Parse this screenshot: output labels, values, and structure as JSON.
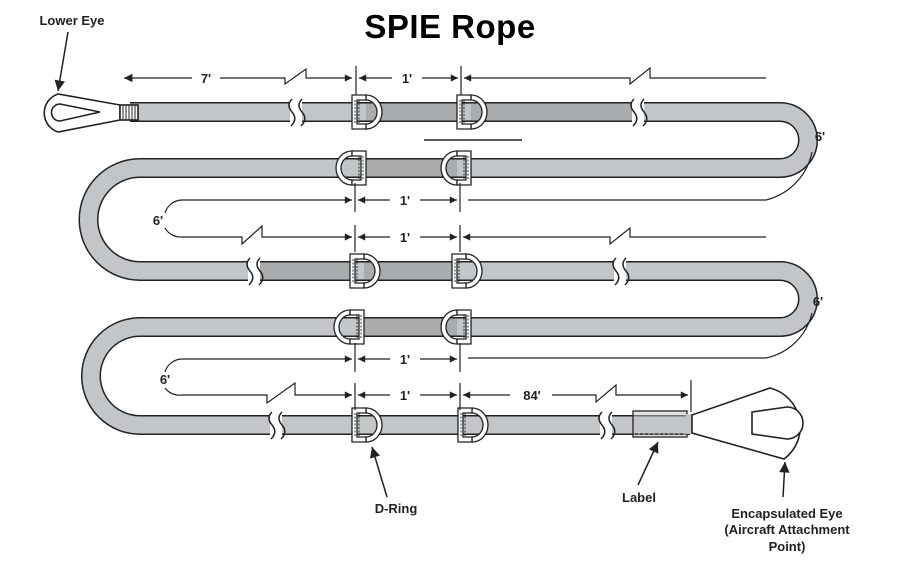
{
  "title": "SPIE Rope",
  "colors": {
    "rope_fill": "#c3c6c8",
    "rope_dark_fill": "#a9abad",
    "outline": "#222222",
    "text": "#222222"
  },
  "dimensions": {
    "lower_segment": "7'",
    "dring_spacing_row1": "1'",
    "bend_right_1": "6'",
    "dring_spacing_row2": "1'",
    "bend_left_1": "6'",
    "dring_spacing_row3": "1'",
    "bend_right_2": "6'",
    "dring_spacing_row4": "1'",
    "bend_left_2": "6'",
    "dring_spacing_row5": "1'",
    "upper_segment": "84'"
  },
  "callouts": {
    "lower_eye": "Lower Eye",
    "d_ring": "D-Ring",
    "label": "Label",
    "encapsulated_eye_line1": "Encapsulated Eye",
    "encapsulated_eye_line2": "(Aircraft Attachment",
    "encapsulated_eye_line3": "Point)"
  }
}
